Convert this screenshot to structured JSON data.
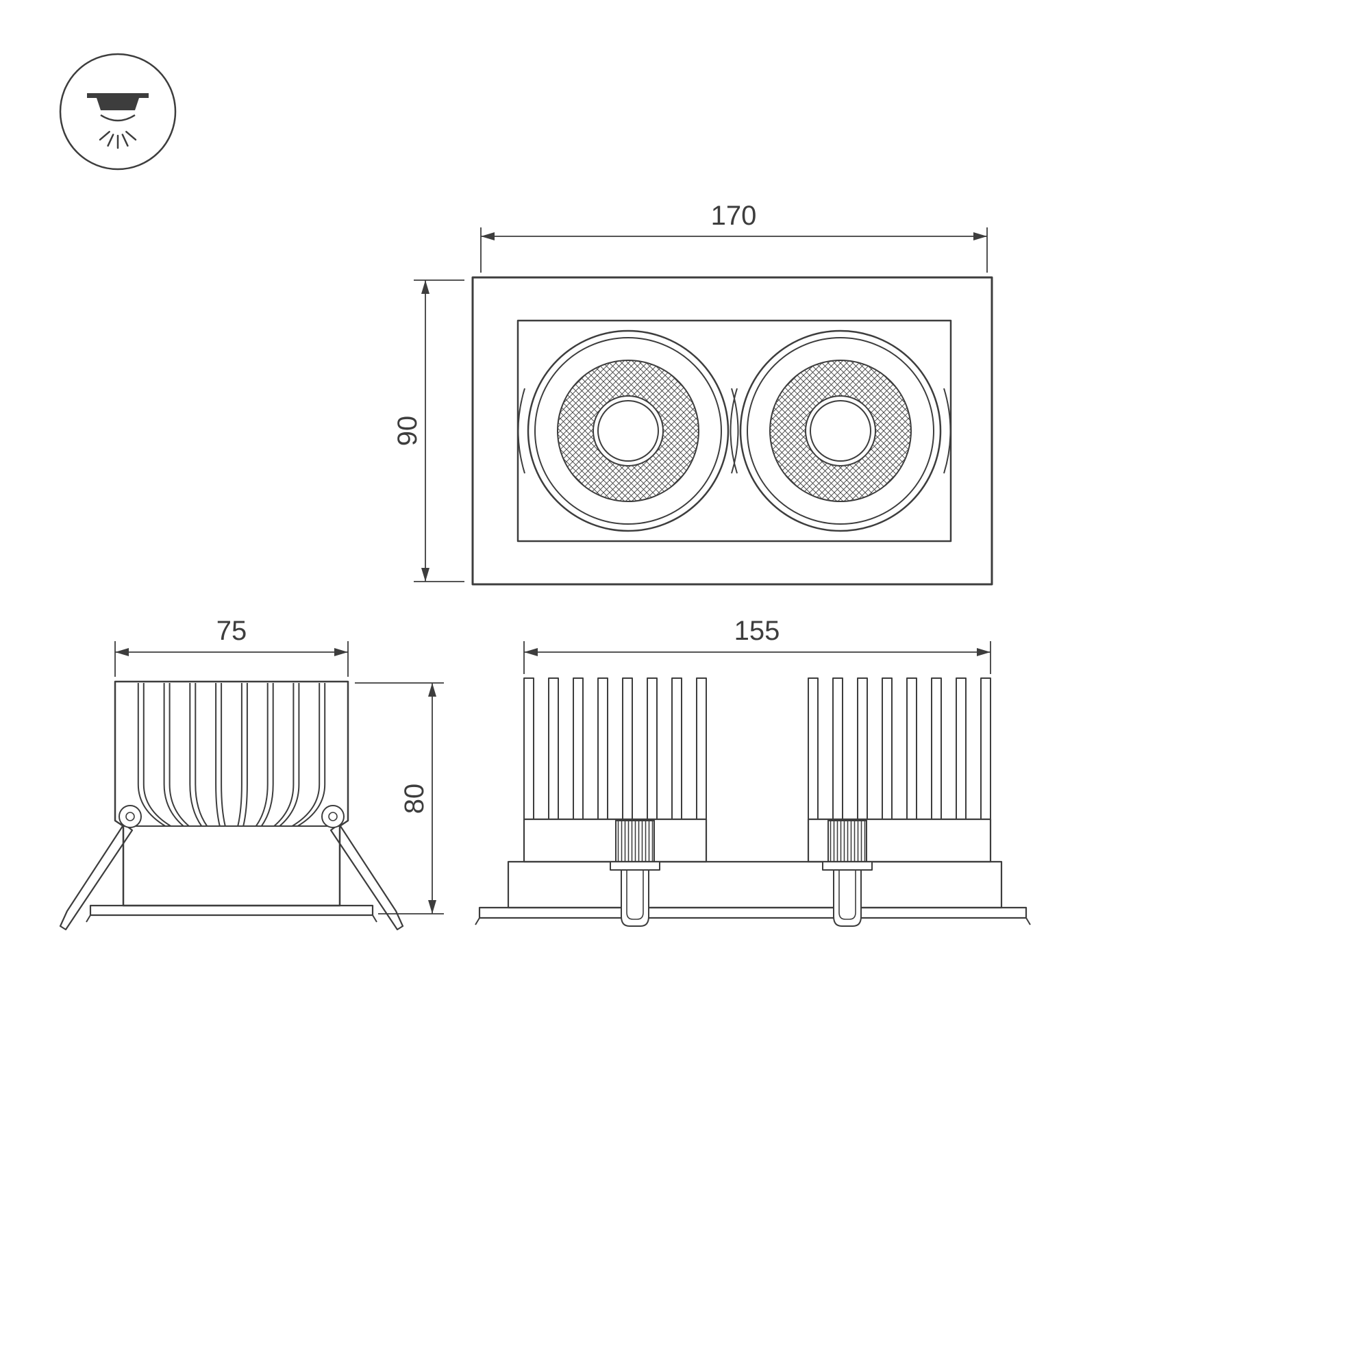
{
  "drawing": {
    "background": "#ffffff",
    "line_color": "#3d3d3d"
  },
  "icons": {
    "downlight": "recessed-downlight-icon"
  },
  "views": {
    "front": {
      "width_mm": "170",
      "height_mm": "90"
    },
    "side": {
      "width_mm": "75",
      "height_mm": "80"
    },
    "end": {
      "width_mm": "155"
    }
  }
}
